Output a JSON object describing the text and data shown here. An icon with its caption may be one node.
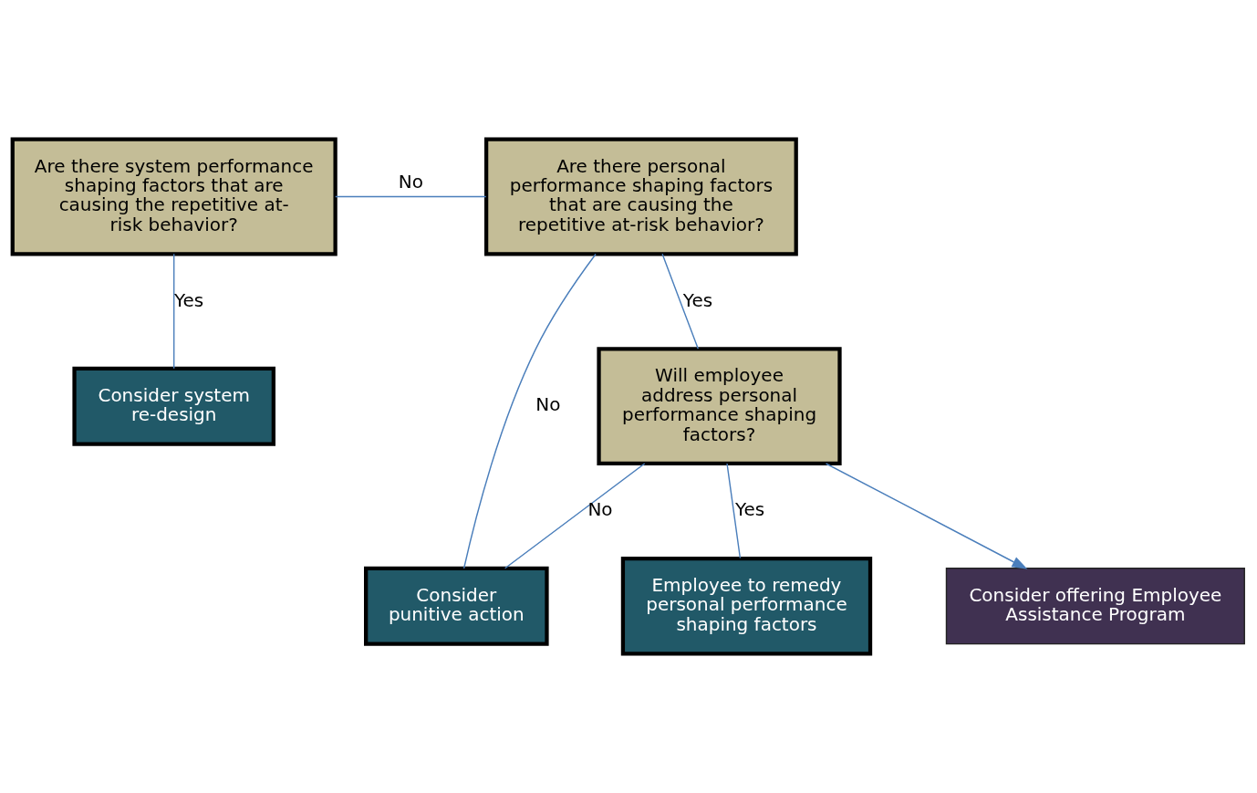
{
  "diagram": {
    "nodes": [
      {
        "text": [
          "Are there system performance shaping factors that are causing the repetitive at-risk behavior?"
        ]
      },
      {
        "text": [
          "Are there personal performance shaping factors that are causing the repetitive at-risk behavior?"
        ]
      },
      {
        "text": [
          "Consider system re-design"
        ]
      },
      {
        "text": [
          "Consider punitive action"
        ]
      },
      {
        "text": [
          "Will employee address personal performance shaping factors?"
        ]
      },
      {
        "text": [
          "Employee to remedy personal performance shaping factors"
        ]
      },
      {
        "text": [
          "Consider offering Employee Assistance Program"
        ]
      }
    ],
    "edges": [
      {
        "from": 0,
        "to": 1,
        "arrow": "none",
        "label": "No"
      },
      {
        "from": 0,
        "to": 2,
        "arrow": "none",
        "label": "Yes"
      },
      {
        "from": 1,
        "to": 3,
        "arrow": "none",
        "label": "No"
      },
      {
        "from": 1,
        "to": 4,
        "arrow": "none",
        "label": "Yes"
      },
      {
        "from": 4,
        "to": 3,
        "arrow": "none",
        "label": "No"
      },
      {
        "from": 4,
        "to": 5,
        "arrow": "none",
        "label": "Yes"
      },
      {
        "from": 4,
        "to": 6,
        "arrow": "to"
      }
    ]
  }
}
